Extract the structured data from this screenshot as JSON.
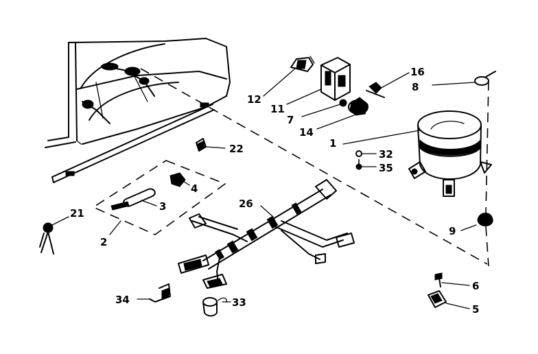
{
  "callouts": {
    "c1": "1",
    "c2": "2",
    "c3": "3",
    "c4": "4",
    "c5": "5",
    "c6": "6",
    "c7": "7",
    "c8": "8",
    "c9": "9",
    "c11": "11",
    "c12": "12",
    "c14": "14",
    "c16": "16",
    "c21": "21",
    "c22": "22",
    "c26": "26",
    "c32": "32",
    "c33": "33",
    "c34": "34",
    "c35": "35"
  }
}
